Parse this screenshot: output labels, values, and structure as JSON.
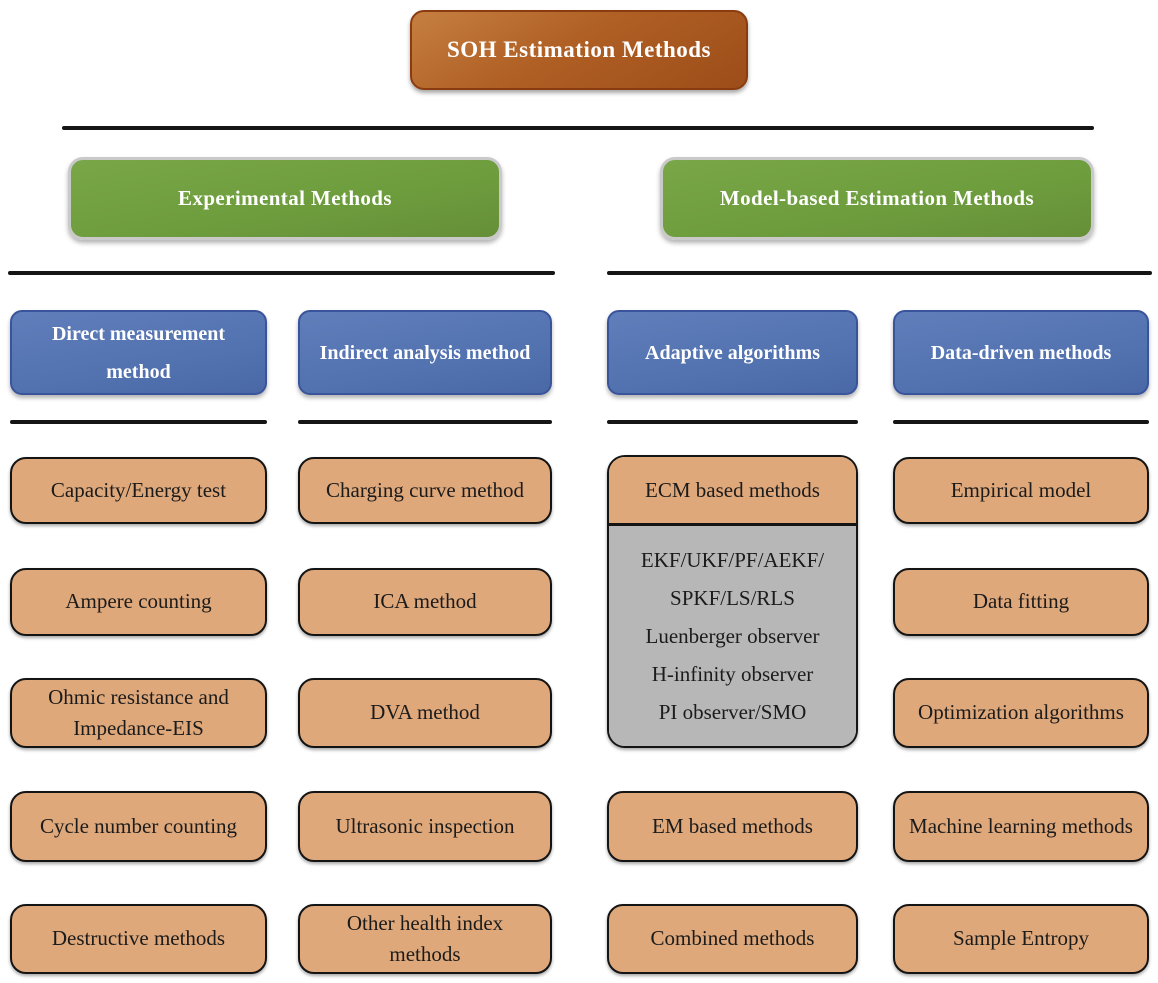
{
  "title": {
    "label": "SOH Estimation Methods"
  },
  "palette": {
    "root_bg": "#a95a20",
    "root_border": "#8a3c10",
    "branch_bg": "#6d9c3d",
    "branch_border": "#c9c9c9",
    "category_bg": "#5272b0",
    "category_border": "#3a549b",
    "method_bg": "#dfa87b",
    "method_border": "#141414",
    "algorithms_bg": "#b7b7b7",
    "line_color": "#151515"
  },
  "branches": [
    {
      "label": "Experimental Methods"
    },
    {
      "label": "Model-based Estimation Methods"
    }
  ],
  "categories": [
    {
      "label": "Direct measurement method"
    },
    {
      "label": "Indirect analysis method"
    },
    {
      "label": "Adaptive algorithms"
    },
    {
      "label": "Data-driven methods"
    }
  ],
  "columns": [
    {
      "category": "Direct measurement method",
      "boxes": [
        "Capacity/Energy test",
        "Ampere counting",
        "Ohmic resistance and Impedance-EIS",
        "Cycle number counting",
        "Destructive methods"
      ]
    },
    {
      "category": "Indirect analysis method",
      "boxes": [
        "Charging curve method",
        "ICA method",
        "DVA method",
        "Ultrasonic inspection",
        "Other health index methods"
      ]
    },
    {
      "category": "Adaptive algorithms",
      "ecm_header": "ECM based methods",
      "algorithm_lines": [
        "EKF/UKF/PF/AEKF/",
        "SPKF/LS/RLS",
        "Luenberger observer",
        "H-infinity observer",
        "PI observer/SMO"
      ],
      "boxes": [
        "EM based methods",
        "Combined methods"
      ]
    },
    {
      "category": "Data-driven methods",
      "boxes": [
        "Empirical model",
        "Data fitting",
        "Optimization algorithms",
        "Machine learning methods",
        "Sample Entropy"
      ]
    }
  ]
}
